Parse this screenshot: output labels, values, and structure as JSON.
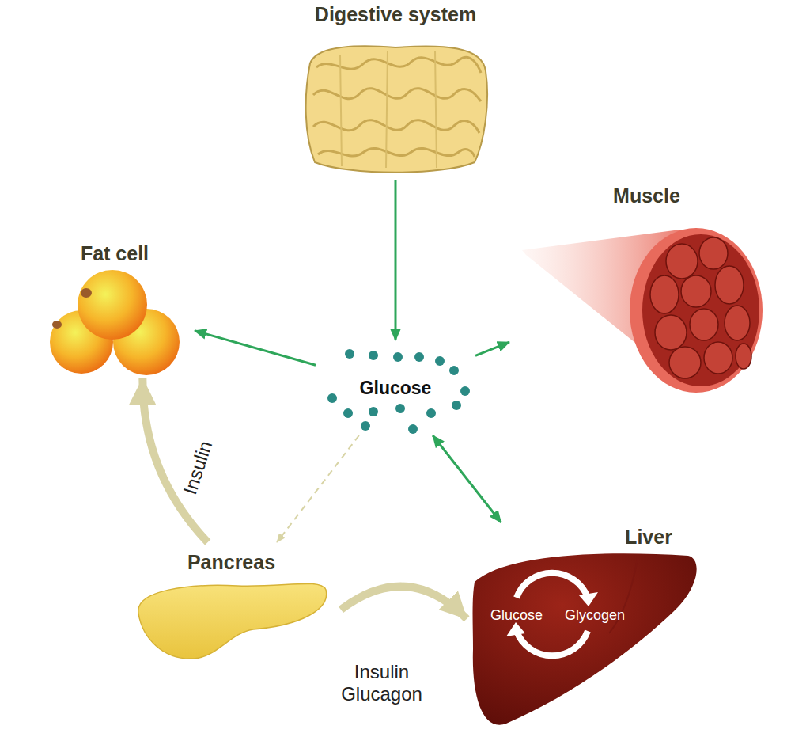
{
  "diagram": {
    "nodes": [
      {
        "text": [
          "Digestive system"
        ]
      },
      {
        "text": [
          "Muscle"
        ]
      },
      {
        "text": [
          "Fat cell"
        ]
      },
      {
        "text": [
          "Glucose"
        ]
      },
      {
        "text": [
          "Pancreas"
        ]
      },
      {
        "text": [
          "Liver",
          "Glucose",
          "Glycogen"
        ]
      }
    ],
    "edges": [
      {
        "from": 0,
        "to": 3,
        "arrow": "to"
      },
      {
        "from": 3,
        "to": 2,
        "arrow": "to"
      },
      {
        "from": 3,
        "to": 1,
        "arrow": "to"
      },
      {
        "from": 3,
        "to": 5,
        "arrow": "both"
      },
      {
        "from": 3,
        "to": 4,
        "arrow": "to"
      },
      {
        "from": 4,
        "to": 2,
        "label": "Insulin",
        "arrow": "to"
      },
      {
        "from": 4,
        "to": 5,
        "label": "Insulin Glucagon",
        "arrow": "to"
      }
    ]
  }
}
